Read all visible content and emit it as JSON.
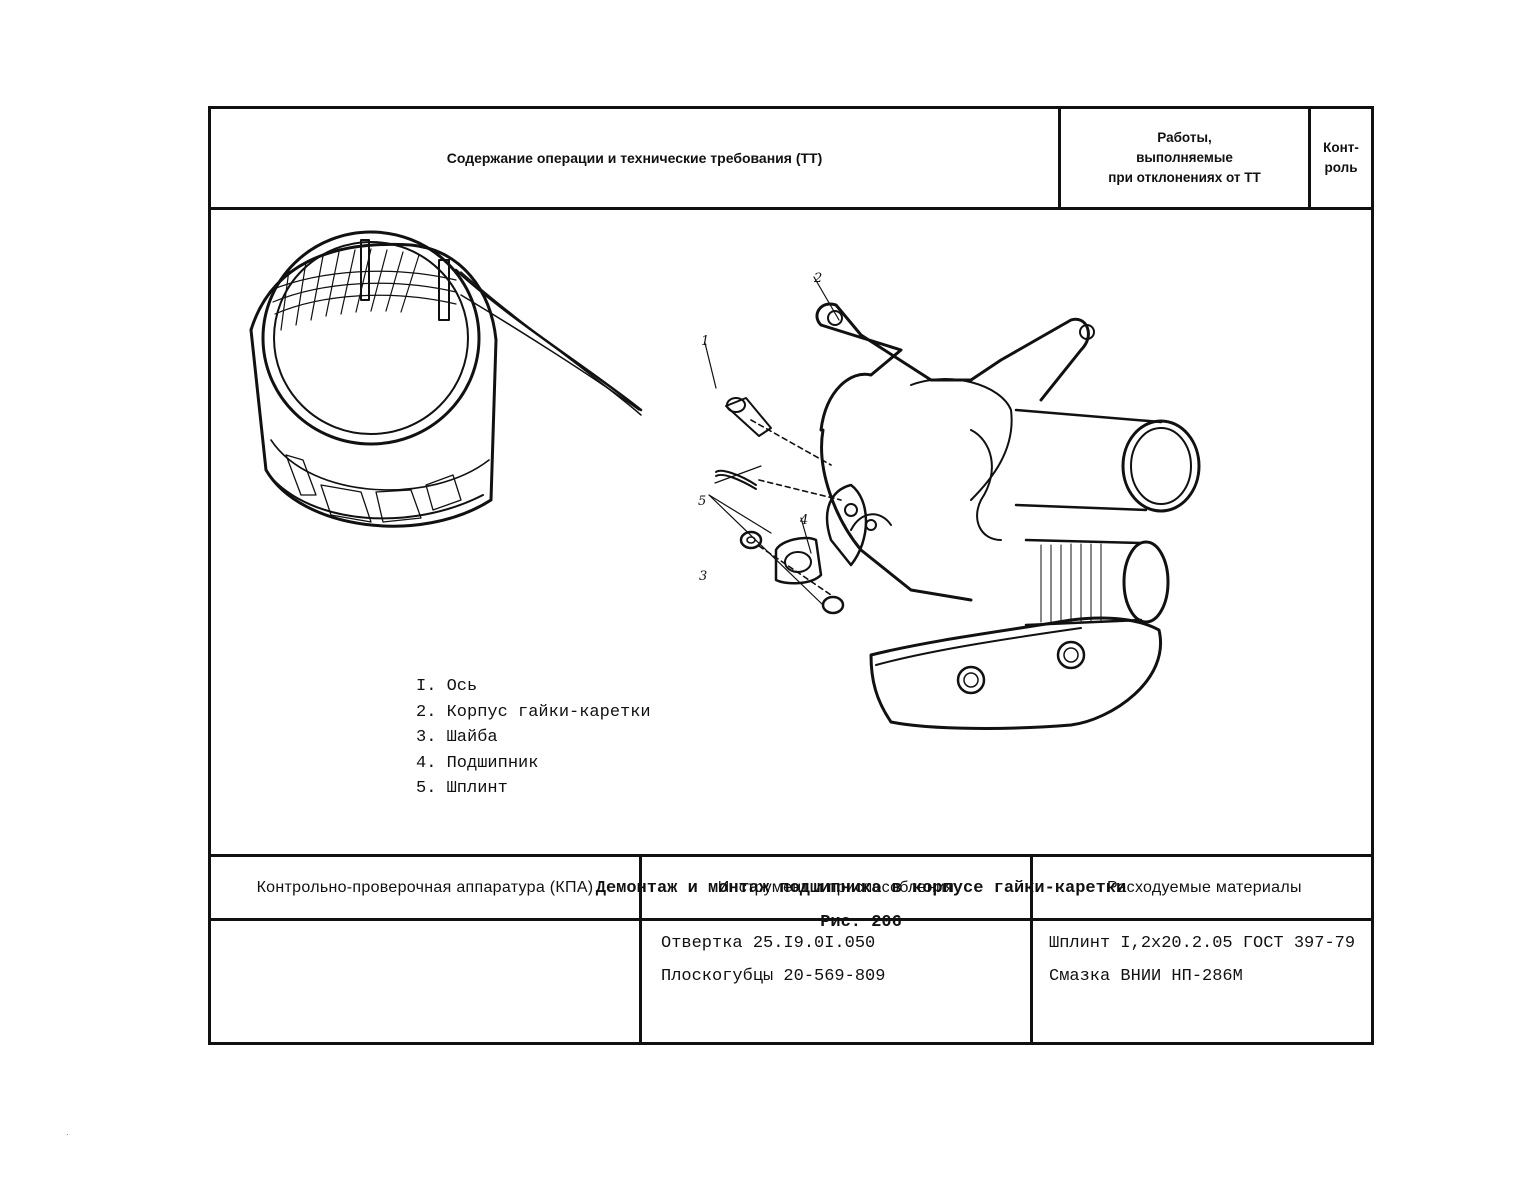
{
  "header": {
    "operation_title": "Содержание операции и технические требования (ТТ)",
    "works_title": "Работы,\nвыполняемые\nпри отклонениях от ТТ",
    "control_title": "Конт-\nроль"
  },
  "figure": {
    "callouts": [
      "1",
      "2",
      "3",
      "4",
      "5"
    ],
    "legend": [
      "I. Ось",
      "2. Корпус гайки-каретки",
      "3. Шайба",
      "4. Подшипник",
      "5. Шплинт"
    ],
    "caption": "Демонтаж и монтаж подшипника в корпусе гайки-каретки",
    "figure_number": "Рис. 206"
  },
  "bottom": {
    "kpa_header": "Контрольно-проверочная аппаратура (КПА)",
    "tools_header": "Инструмент и приспособления",
    "materials_header": "Расходуемые материалы",
    "kpa_items": [],
    "tools_items": [
      "Отвертка 25.I9.0I.050",
      "Плоскогубцы 20-569-809"
    ],
    "materials_items": [
      "Шплинт I,2х20.2.05 ГОСТ 397-79",
      "Смазка ВНИИ НП-286М"
    ]
  },
  "page_mark": "·"
}
